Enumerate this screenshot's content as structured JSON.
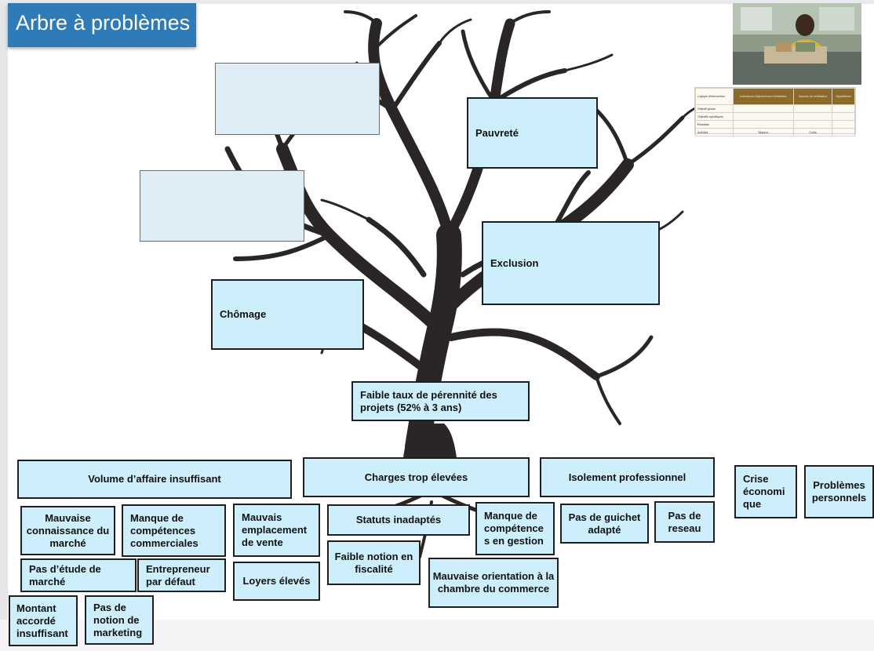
{
  "title": "Arbre à problèmes",
  "colors": {
    "box_fill": "#cdeefb",
    "empty_box_fill": "#dfedf7",
    "title_tab": "#2f7bb8",
    "tree": "#2a2626"
  },
  "consequences": {
    "empty_1": "",
    "empty_2": "",
    "pauvrete": "Pauvreté",
    "exclusion": "Exclusion",
    "chomage": "Chômage"
  },
  "central_problem": "Faible taux de pérennité des projets (52% à 3 ans)",
  "causes": {
    "volume": "Volume d’affaire insuffisant",
    "charges": "Charges trop élevées",
    "isolement": "Isolement professionnel",
    "crise": "Crise économi que",
    "problemes_perso": "Problèmes personnels",
    "mauvaise_connaissance": "Mauvaise connaissance du marché",
    "manque_commerciales": "Manque de compétences commerciales",
    "mauvais_emplacement": "Mauvais emplacement de vente",
    "statuts": "Statuts inadaptés",
    "manque_gestion": "Manque de compétence s en gestion",
    "guichet": "Pas de guichet adapté",
    "reseau": "Pas de reseau",
    "etude_marche": "Pas d’étude de marché",
    "entrepreneur_defaut": "Entrepreneur par défaut",
    "loyers": "Loyers élevés",
    "fiscalite": "Faible notion en fiscalité",
    "orientation": "Mauvaise orientation à la chambre du commerce",
    "montant": "Montant accordé insuffisant",
    "marketing": "Pas de notion de marketing"
  },
  "thumbnail_table": {
    "headers": [
      "Logique d'intervention",
      "Indicateurs Objectivement Vérifiables",
      "Sources de vérification",
      "Hypothèses"
    ],
    "rows": [
      [
        "Objectif global",
        "",
        "",
        ""
      ],
      [
        "Objectifs spécifiques",
        "",
        "",
        ""
      ],
      [
        "Résultats",
        "",
        "",
        ""
      ],
      [
        "Activités",
        "Moyens",
        "Coûts",
        ""
      ]
    ]
  }
}
